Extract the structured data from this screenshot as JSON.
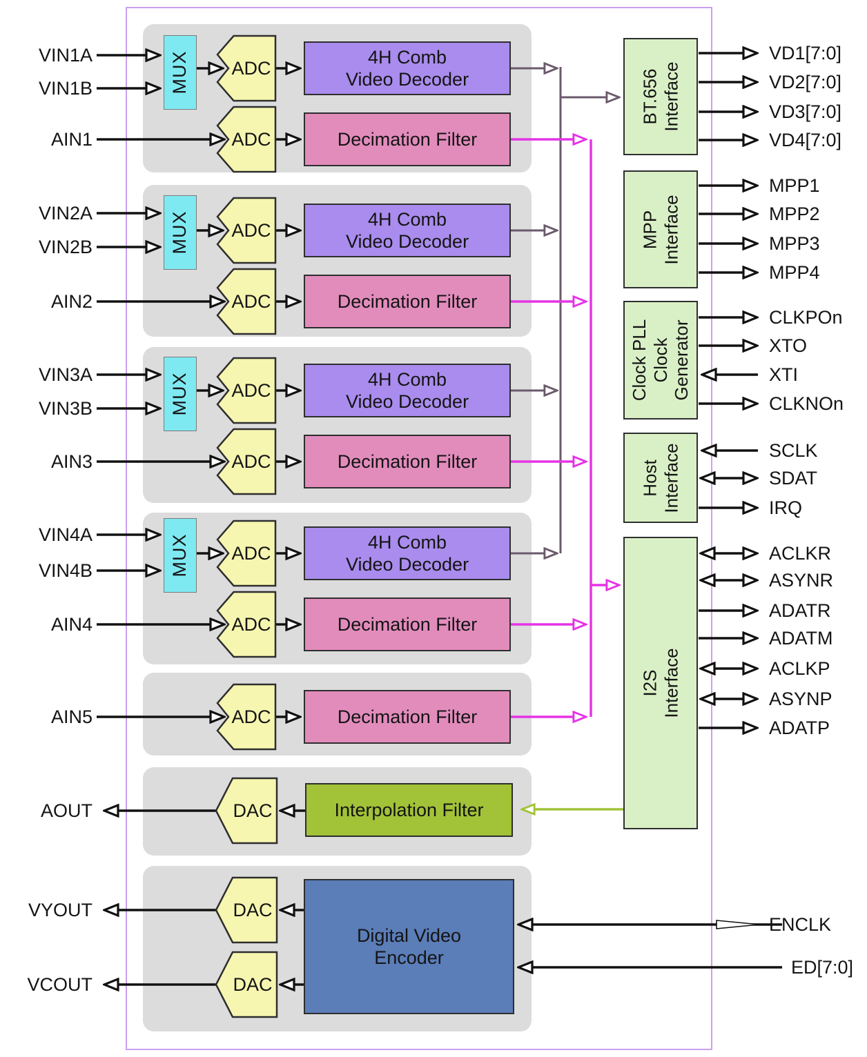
{
  "ports": {
    "left": [
      {
        "label": "VIN1A",
        "dir": "in"
      },
      {
        "label": "VIN1B",
        "dir": "in"
      },
      {
        "label": "AIN1",
        "dir": "in"
      },
      {
        "label": "VIN2A",
        "dir": "in"
      },
      {
        "label": "VIN2B",
        "dir": "in"
      },
      {
        "label": "AIN2",
        "dir": "in"
      },
      {
        "label": "VIN3A",
        "dir": "in"
      },
      {
        "label": "VIN3B",
        "dir": "in"
      },
      {
        "label": "AIN3",
        "dir": "in"
      },
      {
        "label": "VIN4A",
        "dir": "in"
      },
      {
        "label": "VIN4B",
        "dir": "in"
      },
      {
        "label": "AIN4",
        "dir": "in"
      },
      {
        "label": "AIN5",
        "dir": "in"
      },
      {
        "label": "AOUT",
        "dir": "out"
      },
      {
        "label": "VYOUT",
        "dir": "out"
      },
      {
        "label": "VCOUT",
        "dir": "out"
      }
    ],
    "right": [
      {
        "label": "VD1[7:0]",
        "dir": "out"
      },
      {
        "label": "VD2[7:0]",
        "dir": "out"
      },
      {
        "label": "VD3[7:0]",
        "dir": "out"
      },
      {
        "label": "VD4[7:0]",
        "dir": "out"
      },
      {
        "label": "MPP1",
        "dir": "out"
      },
      {
        "label": "MPP2",
        "dir": "out"
      },
      {
        "label": "MPP3",
        "dir": "out"
      },
      {
        "label": "MPP4",
        "dir": "out"
      },
      {
        "label": "CLKPOn",
        "dir": "out"
      },
      {
        "label": "XTO",
        "dir": "out"
      },
      {
        "label": "XTI",
        "dir": "in"
      },
      {
        "label": "CLKNOn",
        "dir": "out"
      },
      {
        "label": "SCLK",
        "dir": "in"
      },
      {
        "label": "SDAT",
        "dir": "bidir"
      },
      {
        "label": "IRQ",
        "dir": "out"
      },
      {
        "label": "ACLKR",
        "dir": "bidir"
      },
      {
        "label": "ASYNR",
        "dir": "bidir"
      },
      {
        "label": "ADATR",
        "dir": "out"
      },
      {
        "label": "ADATM",
        "dir": "out"
      },
      {
        "label": "ACLKP",
        "dir": "bidir"
      },
      {
        "label": "ASYNP",
        "dir": "bidir"
      },
      {
        "label": "ADATP",
        "dir": "out"
      },
      {
        "label": "ENCLK",
        "dir": "bidir"
      },
      {
        "label": "ED[7:0]",
        "dir": "in"
      }
    ]
  },
  "blocks": {
    "mux": "MUX",
    "adc": "ADC",
    "dac": "DAC",
    "video_decoder": [
      "4H Comb",
      "Video Decoder"
    ],
    "decimation_filter": "Decimation Filter",
    "interpolation_filter": "Interpolation Filter",
    "video_encoder": [
      "Digital Video",
      "Encoder"
    ],
    "bt656": [
      "BT.656",
      "Interface"
    ],
    "mpp": [
      "MPP",
      "Interface"
    ],
    "clock": [
      "Clock PLL",
      "Clock",
      "Generator"
    ],
    "host": [
      "Host",
      "Interface"
    ],
    "i2s": [
      "I2S",
      "Interface"
    ]
  },
  "colors": {
    "panel": "#dcdcdc",
    "border": "#c9a0ef",
    "mux": "#7fe9f2",
    "adc": "#f6f6b0",
    "decoder": "#a98ced",
    "decimation": "#e28cbc",
    "interface": "#d9f0c6",
    "interpolation": "#a2c238",
    "encoder": "#5b7db8",
    "wire_video": "#6a5a6b",
    "wire_audio": "#e633e6",
    "wire_interp": "#a2c238",
    "wire_io": "#111111"
  }
}
